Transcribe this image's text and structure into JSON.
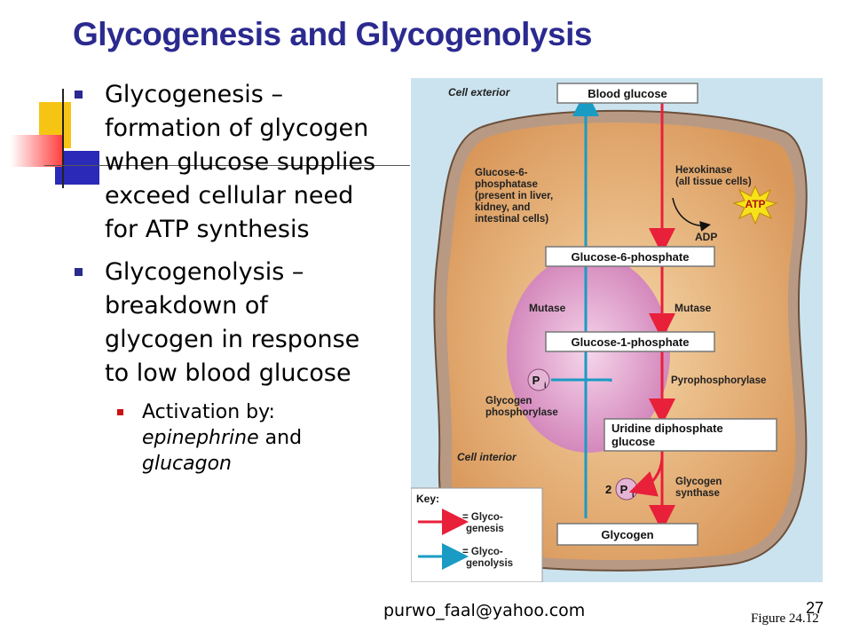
{
  "slide": {
    "title": "Glycogenesis and Glycogenolysis",
    "bullets": [
      {
        "text": "Glycogenesis – formation of glycogen when glucose supplies exceed cellular need for ATP synthesis"
      },
      {
        "text": "Glycogenolysis – breakdown of glycogen in response to low blood glucose"
      }
    ],
    "sub_bullet": {
      "prefix": "Activation by:",
      "term1": "epinephrine",
      "joiner": "and",
      "term2": "glucagon"
    },
    "footer_email": "purwo_faal@yahoo.com",
    "page_number": "27",
    "figure_label": "Figure 24.12"
  },
  "diagram": {
    "labels": {
      "cell_exterior": "Cell exterior",
      "cell_interior": "Cell interior",
      "blood_glucose": "Blood glucose",
      "g6p": "Glucose-6-phosphate",
      "g1p": "Glucose-1-phosphate",
      "udp_line1": "Uridine diphosphate",
      "udp_line2": "glucose",
      "glycogen": "Glycogen",
      "g6pase": [
        "Glucose-6-",
        "phosphatase",
        "(present in liver,",
        "kidney, and",
        "intestinal cells)"
      ],
      "hexokinase": [
        "Hexokinase",
        "(all tissue cells)"
      ],
      "atp": "ATP",
      "adp": "ADP",
      "mutase_left": "Mutase",
      "mutase_right": "Mutase",
      "pi": "P",
      "pi_sub": "i",
      "two_pi_prefix": "2",
      "pyrophosphorylase": "Pyrophosphorylase",
      "glycogen_phosphorylase": [
        "Glycogen",
        "phosphorylase"
      ],
      "glycogen_synthase": [
        "Glycogen",
        "synthase"
      ],
      "key_title": "Key:",
      "key_genesis": [
        "= Glyco-",
        "genesis"
      ],
      "key_genolysis": [
        "= Glyco-",
        "genolysis"
      ]
    },
    "colors": {
      "glycogenesis_arrow": "#e8203a",
      "glycogenolysis_arrow": "#1a9bc4",
      "title": "#2b2a8f",
      "cell_fill": "#e0a96d",
      "nucleus": "#d98fc0",
      "background": "#cbe3ee"
    }
  }
}
